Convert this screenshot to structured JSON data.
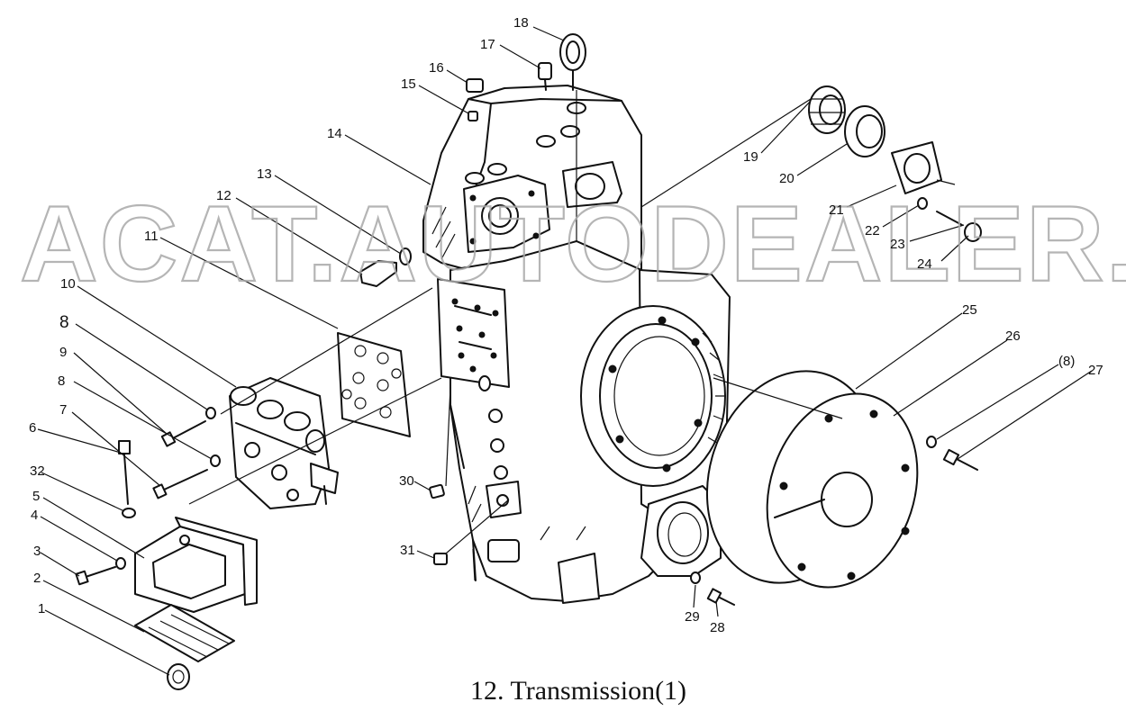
{
  "caption": "12. Transmission(1)",
  "watermark": "ACAT.AUTODEALER.RU",
  "callouts": [
    {
      "label": "18"
    },
    {
      "label": "17"
    },
    {
      "label": "16"
    },
    {
      "label": "15"
    },
    {
      "label": "14"
    },
    {
      "label": "13"
    },
    {
      "label": "12"
    },
    {
      "label": "11"
    },
    {
      "label": "10"
    },
    {
      "label": "8"
    },
    {
      "label": "9"
    },
    {
      "label": "8"
    },
    {
      "label": "7"
    },
    {
      "label": "6"
    },
    {
      "label": "32"
    },
    {
      "label": "5"
    },
    {
      "label": "4"
    },
    {
      "label": "3"
    },
    {
      "label": "2"
    },
    {
      "label": "1"
    },
    {
      "label": "19"
    },
    {
      "label": "20"
    },
    {
      "label": "21"
    },
    {
      "label": "22"
    },
    {
      "label": "23"
    },
    {
      "label": "24"
    },
    {
      "label": "25"
    },
    {
      "label": "26"
    },
    {
      "label": "(8)"
    },
    {
      "label": "27"
    },
    {
      "label": "30"
    },
    {
      "label": "31"
    },
    {
      "label": "29"
    },
    {
      "label": "28"
    }
  ]
}
